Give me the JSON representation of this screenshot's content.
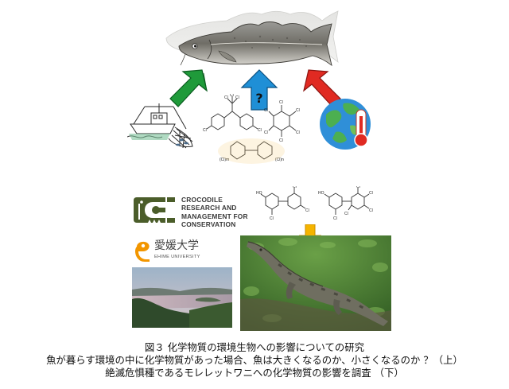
{
  "top_panel": {
    "question_mark": "?",
    "fish_icon": "atlantic-cod-fish",
    "fishing_icon": "fishing-boat-with-net",
    "globe_icon": "globe-with-thermometer",
    "arrow_colors": {
      "green": "#1f9a3a",
      "blue": "#1f8fd6",
      "red": "#e02a22"
    }
  },
  "logos": {
    "crocodile": {
      "line1": "CROCODILE",
      "line2": "RESEARCH AND",
      "line3": "MANAGEMENT FOR",
      "line4": "CONSERVATION",
      "color": "#4b5d2a"
    },
    "university": {
      "name": "愛媛大学",
      "subtitle": "EHIME UNIVERSITY",
      "mark_color": "#f29600"
    }
  },
  "bottom_arrow_color": "#f5b400",
  "caption": {
    "line1": "図３ 化学物質の環境生物への影響についての研究",
    "line2": "魚が暮らす環境の中に化学物質があった場合、魚は大きくなるのか、小さくなるのか ？（上）",
    "line3": "絶滅危惧種であるモレレットワニへの化学物質の影響を調査 （下）"
  }
}
